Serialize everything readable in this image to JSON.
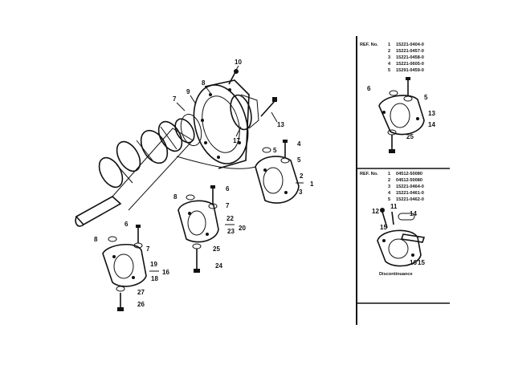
{
  "main_labels": {
    "l10": "10",
    "l8": "8",
    "l9": "9",
    "l7": "7",
    "l13": "13",
    "l17": "17",
    "l5a": "5",
    "l5b": "5",
    "l4": "4",
    "l2": "2",
    "l3": "3",
    "l1": "1",
    "l6a": "6",
    "l7b": "7",
    "l8b": "8",
    "l22": "22",
    "l23": "23",
    "l20": "20",
    "l25": "25",
    "l24": "24",
    "l6b": "6",
    "l8c": "8",
    "l7c": "7",
    "l19": "19",
    "l18": "18",
    "l16": "16",
    "l27": "27",
    "l26": "26"
  },
  "panel_top": {
    "ref_header": "REF. No.",
    "ref_rows": [
      {
        "num": "1",
        "code": "15221-0404-0"
      },
      {
        "num": "2",
        "code": "15221-0457-0"
      },
      {
        "num": "3",
        "code": "15221-0458-0"
      },
      {
        "num": "4",
        "code": "15221-0605-0"
      },
      {
        "num": "5",
        "code": "15291-0459-0"
      }
    ],
    "labels": {
      "l6": "6",
      "l5": "5",
      "l13": "13",
      "l14": "14",
      "l25": "25"
    }
  },
  "panel_bottom": {
    "ref_header": "REF. No.",
    "ref_rows": [
      {
        "num": "1",
        "code": "04512-50080"
      },
      {
        "num": "2",
        "code": "04512-50080"
      },
      {
        "num": "3",
        "code": "15221-0464-0"
      },
      {
        "num": "4",
        "code": "15221-0461-0"
      },
      {
        "num": "5",
        "code": "15221-0462-0"
      }
    ],
    "labels": {
      "l12": "12",
      "l11": "11",
      "l14": "14",
      "l15a": "15",
      "l15b": "15",
      "l16": "16"
    },
    "note": "Discontinuance"
  }
}
